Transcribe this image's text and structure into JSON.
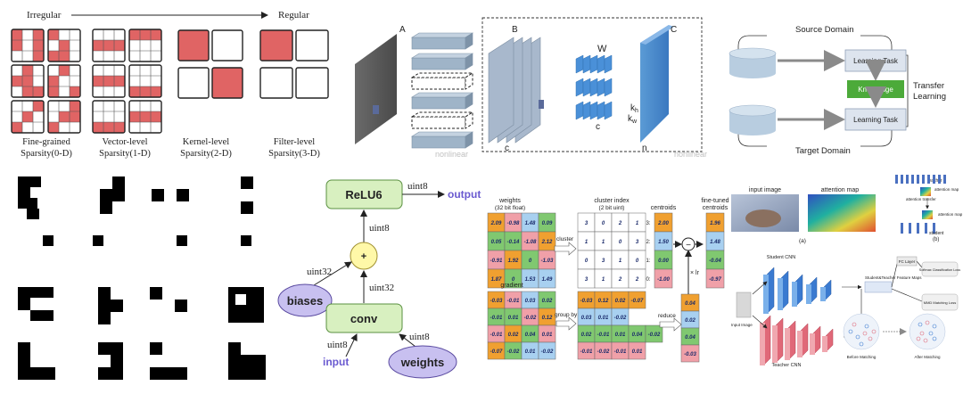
{
  "colors": {
    "red": "#e06464",
    "blue_box": "#4a78c8",
    "green_box": "#d8f0c0",
    "yellow": "#fff8a8",
    "lavender": "#c8c0f0",
    "teal_cnn": "#4a8ad8",
    "pink_cnn": "#e88894"
  },
  "sparsity": {
    "irregular": "Irregular",
    "regular": "Regular",
    "labels": [
      {
        "line1": "Fine-grained",
        "line2": "Sparsity(0-D)"
      },
      {
        "line1": "Vector-level",
        "line2": "Sparsity(1-D)"
      },
      {
        "line1": "Kernel-level",
        "line2": "Sparsity(2-D)"
      },
      {
        "line1": "Filter-level",
        "line2": "Sparsity(3-D)"
      }
    ]
  },
  "conv": {
    "label_a": "A",
    "label_b": "B",
    "label_c_top": "C",
    "label_w": "W",
    "label_c_small": "c",
    "label_c_mid": "c",
    "label_kh": "k",
    "label_kh_sub": "h",
    "label_kw": "k",
    "label_kw_sub": "w",
    "label_n": "n",
    "nonlinear_1": "nonlinear",
    "nonlinear_2": "nonlinear"
  },
  "transfer": {
    "source_domain": "Source Domain",
    "target_domain": "Target Domain",
    "learning_task_top": "Learning Task",
    "knowledge": "Knowledge",
    "learning_task_bottom": "Learning Task",
    "transfer_line1": "Transfer",
    "transfer_line2": "Learning"
  },
  "quant": {
    "relu": "ReLU6",
    "plus": "+",
    "conv": "conv",
    "biases": "biases",
    "weights": "weights",
    "input": "input",
    "output": "output",
    "uint8_top": "uint8",
    "uint8_mid": "uint8",
    "uint32_left": "uint32",
    "uint32_right": "uint32",
    "uint8_input": "uint8",
    "uint8_weights": "uint8"
  },
  "cluster": {
    "weights_title": "weights",
    "weights_sub": "(32 bit float)",
    "index_title": "cluster index",
    "index_sub": "(2 bit uint)",
    "centroids_title": "centroids",
    "finetuned_title": "fine-tuned",
    "finetuned_sub": "centroids",
    "cluster_arrow": "cluster",
    "groupby_arrow": "group by",
    "reduce_arrow": "reduce",
    "lr": "× lr",
    "minus": "−",
    "gradient_title": "gradient",
    "weights_values": [
      [
        "2.09",
        "-0.98",
        "1.48",
        "0.09"
      ],
      [
        "0.05",
        "-0.14",
        "-1.08",
        "2.12"
      ],
      [
        "-0.91",
        "1.92",
        "0",
        "-1.03"
      ],
      [
        "1.87",
        "0",
        "1.53",
        "1.49"
      ]
    ],
    "index_values": [
      [
        "3",
        "0",
        "2",
        "1"
      ],
      [
        "1",
        "1",
        "0",
        "3"
      ],
      [
        "0",
        "3",
        "1",
        "0"
      ],
      [
        "3",
        "1",
        "2",
        "2"
      ]
    ],
    "centroid_indices": [
      "3:",
      "2:",
      "1:",
      "0:"
    ],
    "centroid_values": [
      "2.00",
      "1.50",
      "0.00",
      "-1.00"
    ],
    "finetuned_values": [
      "1.96",
      "1.48",
      "-0.04",
      "-0.97"
    ],
    "gradient_values": [
      [
        "-0.03",
        "-0.01",
        "0.03",
        "0.02"
      ],
      [
        "-0.01",
        "0.01",
        "-0.02",
        "0.12"
      ],
      [
        "-0.01",
        "0.02",
        "0.04",
        "0.01"
      ],
      [
        "-0.07",
        "-0.02",
        "0.01",
        "-0.02"
      ]
    ],
    "grouped_values": [
      [
        "-0.03",
        "0.12",
        "0.02",
        "-0.07"
      ],
      [
        "0.03",
        "0.01",
        "-0.02",
        ""
      ],
      [
        "0.02",
        "-0.01",
        "0.01",
        "0.04",
        "-0.02"
      ],
      [
        "-0.01",
        "-0.02",
        "-0.01",
        "0.01"
      ]
    ],
    "reduced_values": [
      "0.04",
      "0.02",
      "0.04",
      "-0.03"
    ]
  },
  "distill": {
    "input_image": "input image",
    "attention_map": "attention map",
    "panel_a": "(a)",
    "panel_b": "(b)",
    "teacher": "teacher",
    "attention_map_small_1": "attention map",
    "attention_transfer": "attention transfer",
    "attention_map_small_2": "attention map",
    "student": "student",
    "student_cnn": "Student CNN",
    "teacher_cnn": "Teacher CNN",
    "input_image_small": "Input Image",
    "feature_maps": "Student&Teacher Feature Maps",
    "fc_layer": "FC Layer",
    "softmax_loss": "Softmax Classification Loss",
    "mmd_loss": "MMD Matching Loss",
    "before_matching": "Before Matching",
    "after_matching": "After Matching"
  }
}
